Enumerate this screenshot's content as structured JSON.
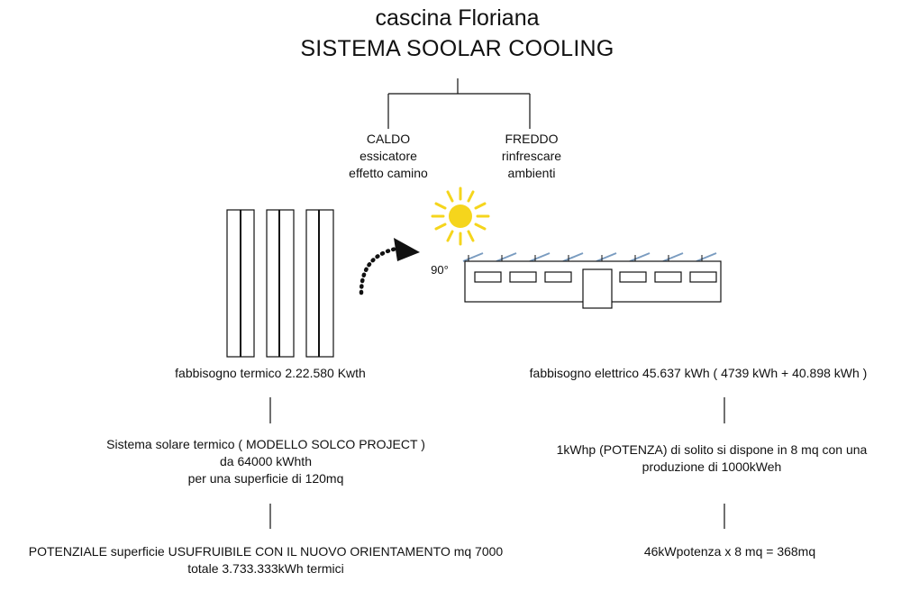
{
  "title": {
    "line1": "cascina Floriana",
    "line2": "SISTEMA SOOLAR COOLING"
  },
  "branches": {
    "left": {
      "line1": "CALDO",
      "line2": "essicatore",
      "line3": "effetto camino"
    },
    "right": {
      "line1": "FREDDO",
      "line2": "rinfrescare",
      "line3": "ambienti"
    }
  },
  "illustration": {
    "angle_label": "90°"
  },
  "left_column": {
    "demand": "fabbisogno termico 2.22.580 Kwth",
    "system": {
      "line1": "Sistema solare termico ( MODELLO SOLCO PROJECT )",
      "line2": "da 64000 kWhth",
      "line3": "per una superficie di 120mq"
    },
    "potential": {
      "line1": "POTENZIALE superficie USUFRUIBILE CON IL NUOVO ORIENTAMENTO mq 7000",
      "line2": "totale 3.733.333kWh termici"
    }
  },
  "right_column": {
    "demand": "fabbisogno elettrico 45.637 kWh  ( 4739 kWh + 40.898 kWh )",
    "system": {
      "line1": "1kWhp (POTENZA) di solito si dispone in 8 mq con una",
      "line2": "produzione di 1000kWeh"
    },
    "result": "46kWpotenza  x 8 mq = 368mq"
  },
  "colors": {
    "sun": "#f5d51c",
    "line": "#111111",
    "panel_line": "#7a9cc0"
  }
}
